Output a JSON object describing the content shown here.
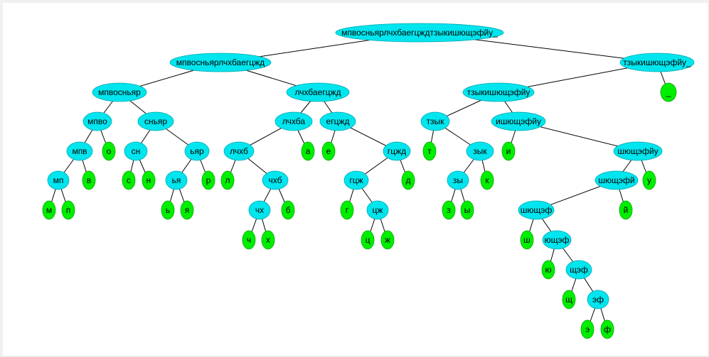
{
  "colors": {
    "internal_node": "#00e5ee",
    "leaf_node": "#00ee00",
    "edge": "#000000",
    "background": "#ffffff"
  },
  "tree": {
    "nodes": [
      {
        "id": "n0",
        "label": "мпвосньярлчхбаегцждтзыкишющэфйу_",
        "kind": "internal"
      },
      {
        "id": "n1",
        "label": "мпвосньярлчхбаегцжд",
        "kind": "internal"
      },
      {
        "id": "n2",
        "label": "тзыкишющэфйу_",
        "kind": "internal"
      },
      {
        "id": "n3",
        "label": "мпвосньяр",
        "kind": "internal"
      },
      {
        "id": "n4",
        "label": "лчхбаегцжд",
        "kind": "internal"
      },
      {
        "id": "n5",
        "label": "тзыкишющэфйу",
        "kind": "internal"
      },
      {
        "id": "n6",
        "label": "_",
        "kind": "leaf"
      },
      {
        "id": "n7",
        "label": "мпво",
        "kind": "internal"
      },
      {
        "id": "n8",
        "label": "сньяр",
        "kind": "internal"
      },
      {
        "id": "n9",
        "label": "лчхба",
        "kind": "internal"
      },
      {
        "id": "n10",
        "label": "егцжд",
        "kind": "internal"
      },
      {
        "id": "n11",
        "label": "тзык",
        "kind": "internal"
      },
      {
        "id": "n12",
        "label": "ишющэфйу",
        "kind": "internal"
      },
      {
        "id": "n13",
        "label": "мпв",
        "kind": "internal"
      },
      {
        "id": "n14",
        "label": "о",
        "kind": "leaf"
      },
      {
        "id": "n15",
        "label": "сн",
        "kind": "internal"
      },
      {
        "id": "n16",
        "label": "ьяр",
        "kind": "internal"
      },
      {
        "id": "n17",
        "label": "лчхб",
        "kind": "internal"
      },
      {
        "id": "n18",
        "label": "а",
        "kind": "leaf"
      },
      {
        "id": "n19",
        "label": "е",
        "kind": "leaf"
      },
      {
        "id": "n20",
        "label": "гцжд",
        "kind": "internal"
      },
      {
        "id": "n21",
        "label": "т",
        "kind": "leaf"
      },
      {
        "id": "n22",
        "label": "зык",
        "kind": "internal"
      },
      {
        "id": "n23",
        "label": "и",
        "kind": "leaf"
      },
      {
        "id": "n24",
        "label": "шющэфйу",
        "kind": "internal"
      },
      {
        "id": "n25",
        "label": "мп",
        "kind": "internal"
      },
      {
        "id": "n26",
        "label": "в",
        "kind": "leaf"
      },
      {
        "id": "n27",
        "label": "с",
        "kind": "leaf"
      },
      {
        "id": "n28",
        "label": "н",
        "kind": "leaf"
      },
      {
        "id": "n29",
        "label": "ья",
        "kind": "internal"
      },
      {
        "id": "n30",
        "label": "р",
        "kind": "leaf"
      },
      {
        "id": "n31",
        "label": "л",
        "kind": "leaf"
      },
      {
        "id": "n32",
        "label": "чхб",
        "kind": "internal"
      },
      {
        "id": "n33",
        "label": "гцж",
        "kind": "internal"
      },
      {
        "id": "n34",
        "label": "д",
        "kind": "leaf"
      },
      {
        "id": "n35",
        "label": "зы",
        "kind": "internal"
      },
      {
        "id": "n36",
        "label": "к",
        "kind": "leaf"
      },
      {
        "id": "n37",
        "label": "шющэфй",
        "kind": "internal"
      },
      {
        "id": "n38",
        "label": "у",
        "kind": "leaf"
      },
      {
        "id": "n39",
        "label": "м",
        "kind": "leaf"
      },
      {
        "id": "n40",
        "label": "п",
        "kind": "leaf"
      },
      {
        "id": "n41",
        "label": "ь",
        "kind": "leaf"
      },
      {
        "id": "n42",
        "label": "я",
        "kind": "leaf"
      },
      {
        "id": "n43",
        "label": "чх",
        "kind": "internal"
      },
      {
        "id": "n44",
        "label": "б",
        "kind": "leaf"
      },
      {
        "id": "n45",
        "label": "г",
        "kind": "leaf"
      },
      {
        "id": "n46",
        "label": "цж",
        "kind": "internal"
      },
      {
        "id": "n47",
        "label": "з",
        "kind": "leaf"
      },
      {
        "id": "n48",
        "label": "ы",
        "kind": "leaf"
      },
      {
        "id": "n49",
        "label": "шющэф",
        "kind": "internal"
      },
      {
        "id": "n50",
        "label": "й",
        "kind": "leaf"
      },
      {
        "id": "n51",
        "label": "ч",
        "kind": "leaf"
      },
      {
        "id": "n52",
        "label": "х",
        "kind": "leaf"
      },
      {
        "id": "n53",
        "label": "ц",
        "kind": "leaf"
      },
      {
        "id": "n54",
        "label": "ж",
        "kind": "leaf"
      },
      {
        "id": "n55",
        "label": "ш",
        "kind": "leaf"
      },
      {
        "id": "n56",
        "label": "ющэф",
        "kind": "internal"
      },
      {
        "id": "n57",
        "label": "ю",
        "kind": "leaf"
      },
      {
        "id": "n58",
        "label": "щэф",
        "kind": "internal"
      },
      {
        "id": "n59",
        "label": "щ",
        "kind": "leaf"
      },
      {
        "id": "n60",
        "label": "эф",
        "kind": "internal"
      },
      {
        "id": "n61",
        "label": "э",
        "kind": "leaf"
      },
      {
        "id": "n62",
        "label": "ф",
        "kind": "leaf"
      }
    ],
    "edges": [
      [
        "n0",
        "n1"
      ],
      [
        "n0",
        "n2"
      ],
      [
        "n1",
        "n3"
      ],
      [
        "n1",
        "n4"
      ],
      [
        "n2",
        "n5"
      ],
      [
        "n2",
        "n6"
      ],
      [
        "n3",
        "n7"
      ],
      [
        "n3",
        "n8"
      ],
      [
        "n4",
        "n9"
      ],
      [
        "n4",
        "n10"
      ],
      [
        "n5",
        "n11"
      ],
      [
        "n5",
        "n12"
      ],
      [
        "n7",
        "n13"
      ],
      [
        "n7",
        "n14"
      ],
      [
        "n8",
        "n15"
      ],
      [
        "n8",
        "n16"
      ],
      [
        "n9",
        "n17"
      ],
      [
        "n9",
        "n18"
      ],
      [
        "n10",
        "n19"
      ],
      [
        "n10",
        "n20"
      ],
      [
        "n11",
        "n21"
      ],
      [
        "n11",
        "n22"
      ],
      [
        "n12",
        "n23"
      ],
      [
        "n12",
        "n24"
      ],
      [
        "n13",
        "n25"
      ],
      [
        "n13",
        "n26"
      ],
      [
        "n15",
        "n27"
      ],
      [
        "n15",
        "n28"
      ],
      [
        "n16",
        "n29"
      ],
      [
        "n16",
        "n30"
      ],
      [
        "n17",
        "n31"
      ],
      [
        "n17",
        "n32"
      ],
      [
        "n20",
        "n33"
      ],
      [
        "n20",
        "n34"
      ],
      [
        "n22",
        "n35"
      ],
      [
        "n22",
        "n36"
      ],
      [
        "n24",
        "n37"
      ],
      [
        "n24",
        "n38"
      ],
      [
        "n25",
        "n39"
      ],
      [
        "n25",
        "n40"
      ],
      [
        "n29",
        "n41"
      ],
      [
        "n29",
        "n42"
      ],
      [
        "n32",
        "n43"
      ],
      [
        "n32",
        "n44"
      ],
      [
        "n33",
        "n45"
      ],
      [
        "n33",
        "n46"
      ],
      [
        "n35",
        "n47"
      ],
      [
        "n35",
        "n48"
      ],
      [
        "n37",
        "n49"
      ],
      [
        "n37",
        "n50"
      ],
      [
        "n43",
        "n51"
      ],
      [
        "n43",
        "n52"
      ],
      [
        "n46",
        "n53"
      ],
      [
        "n46",
        "n54"
      ],
      [
        "n49",
        "n55"
      ],
      [
        "n49",
        "n56"
      ],
      [
        "n56",
        "n57"
      ],
      [
        "n56",
        "n58"
      ],
      [
        "n58",
        "n59"
      ],
      [
        "n58",
        "n60"
      ],
      [
        "n60",
        "n61"
      ],
      [
        "n60",
        "n62"
      ]
    ]
  }
}
